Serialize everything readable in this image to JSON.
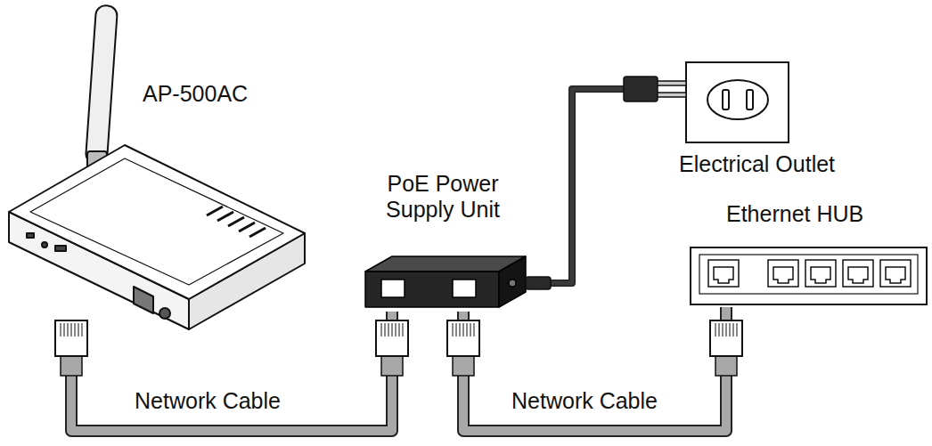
{
  "diagram": {
    "nodes": [
      {
        "text": [
          "AP-500AC"
        ]
      },
      {
        "text": [
          "PoE Power Supply Unit"
        ]
      },
      {
        "text": [
          "Electrical Outlet"
        ]
      },
      {
        "text": [
          "Ethernet HUB"
        ]
      }
    ],
    "edges": [
      {
        "from": 0,
        "to": 1,
        "arrow": "none",
        "label": "Network Cable"
      },
      {
        "from": 1,
        "to": 2,
        "arrow": "none"
      },
      {
        "from": 1,
        "to": 3,
        "arrow": "none",
        "label": "Network Cable"
      }
    ]
  }
}
